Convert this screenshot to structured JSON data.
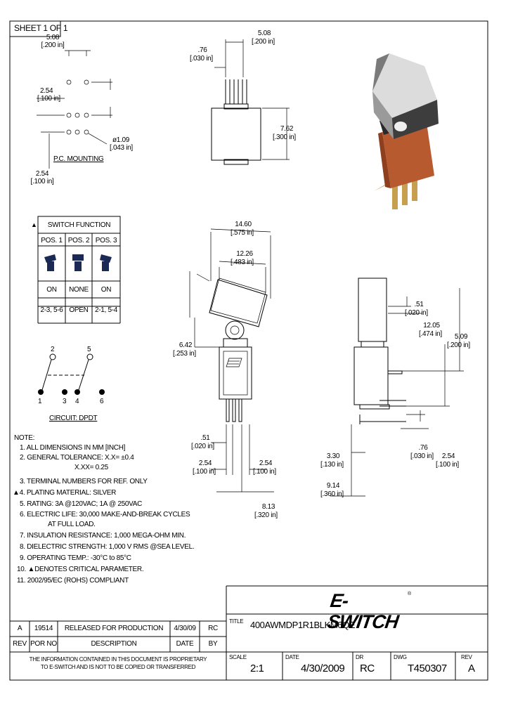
{
  "sheet": "SHEET 1 OF 1",
  "pc_mounting": {
    "dim_top": [
      "5.08",
      "[.200 in]"
    ],
    "dim_mid": [
      "2.54",
      "[.100 in]"
    ],
    "dim_hole": [
      "ø1.09",
      "[.043 in]"
    ],
    "label": "P.C. MOUNTING",
    "dim_bottom": [
      "2.54",
      "[.100 in]"
    ]
  },
  "top_view": {
    "dim_a": [
      ".76",
      "[.030 in]"
    ],
    "dim_b": [
      "5.08",
      "[.200 in]"
    ],
    "dim_c": [
      "7.62",
      "[.300 in]"
    ]
  },
  "switch_function": {
    "header": "SWITCH FUNCTION",
    "marker": "▲",
    "positions": [
      "POS. 1",
      "POS. 2",
      "POS. 3"
    ],
    "states": [
      "ON",
      "NONE",
      "ON"
    ],
    "contacts": [
      "2-3, 5-6",
      "OPEN",
      "2-1, 5-4"
    ]
  },
  "circuit": {
    "terminals_top": [
      "2",
      "5"
    ],
    "terminals_bottom": [
      "1",
      "3",
      "4",
      "6"
    ],
    "label": "CIRCUIT: DPDT"
  },
  "front_view": {
    "dim_a": [
      "14.60",
      "[.575 in]"
    ],
    "dim_b": [
      "12.26",
      "[.483 in]"
    ],
    "dim_c": [
      "6.42",
      "[.253 in]"
    ],
    "dim_d": [
      ".51",
      "[.020 in]"
    ],
    "dim_e": [
      "2.54",
      "[.100 in]"
    ],
    "dim_f": [
      "2.54",
      "[.100 in]"
    ],
    "dim_g": [
      "8.13",
      "[.320 in]"
    ]
  },
  "side_view": {
    "dim_a": [
      ".51",
      "[.020 in]"
    ],
    "dim_b": [
      "12.05",
      "[.474 in]"
    ],
    "dim_c": [
      "5.09",
      "[.200 in]"
    ],
    "dim_d": [
      "3.30",
      "[.130 in]"
    ],
    "dim_e": [
      ".76",
      "[.030 in]"
    ],
    "dim_f": [
      "2.54",
      "[.100 in]"
    ],
    "dim_g": [
      "9.14",
      "[.360 in]"
    ]
  },
  "notes": {
    "heading": "NOTE:",
    "items": [
      "1. ALL DIMENSIONS IN MM [INCH]",
      "2. GENERAL TOLERANCE: X.X= ±0.4",
      "X.XX= 0.25",
      "3. TERMINAL NUMBERS FOR REF. ONLY",
      "▲4. PLATING MATERIAL: SILVER",
      "5. RATING: 3A @120VAC; 1A @ 250VAC",
      "6. ELECTRIC LIFE: 30,000 MAKE-AND-BREAK CYCLES",
      "AT FULL LOAD.",
      "7. INSULATION RESISTANCE: 1,000 MEGA-OHM MIN.",
      "8. DIELECTRIC STRENGTH: 1,000 V RMS @SEA LEVEL.",
      "9. OPERATING TEMP.: -30°C to 85°C",
      "10. ▲DENOTES CRITICAL PARAMETER.",
      "11. 2002/95/EC (ROHS) COMPLIANT"
    ]
  },
  "title_block": {
    "logo": "E-SWITCH",
    "logo_mark": "®",
    "title_label": "TITLE",
    "title": "400AWMDP1R1BLKM6QE",
    "revision_row": {
      "rev": "A",
      "por": "19514",
      "description": "RELEASED FOR PRODUCTION",
      "date": "4/30/09",
      "by": "RC"
    },
    "headers": {
      "rev": "REV",
      "por": "POR NO",
      "description": "DESCRIPTION",
      "date": "DATE",
      "by": "BY"
    },
    "proprietary": [
      "THE INFORMATION CONTAINED IN THIS DOCUMENT IS PROPRIETARY",
      "TO E-SWITCH AND IS NOT TO BE COPIED OR TRANSFERRED"
    ],
    "scale_label": "SCALE",
    "scale": "2:1",
    "date_label": "DATE",
    "date": "4/30/2009",
    "dr_label": "DR",
    "dr": "RC",
    "dwg_label": "DWG",
    "dwg": "T450307",
    "rev_label": "REV",
    "rev": "A"
  }
}
